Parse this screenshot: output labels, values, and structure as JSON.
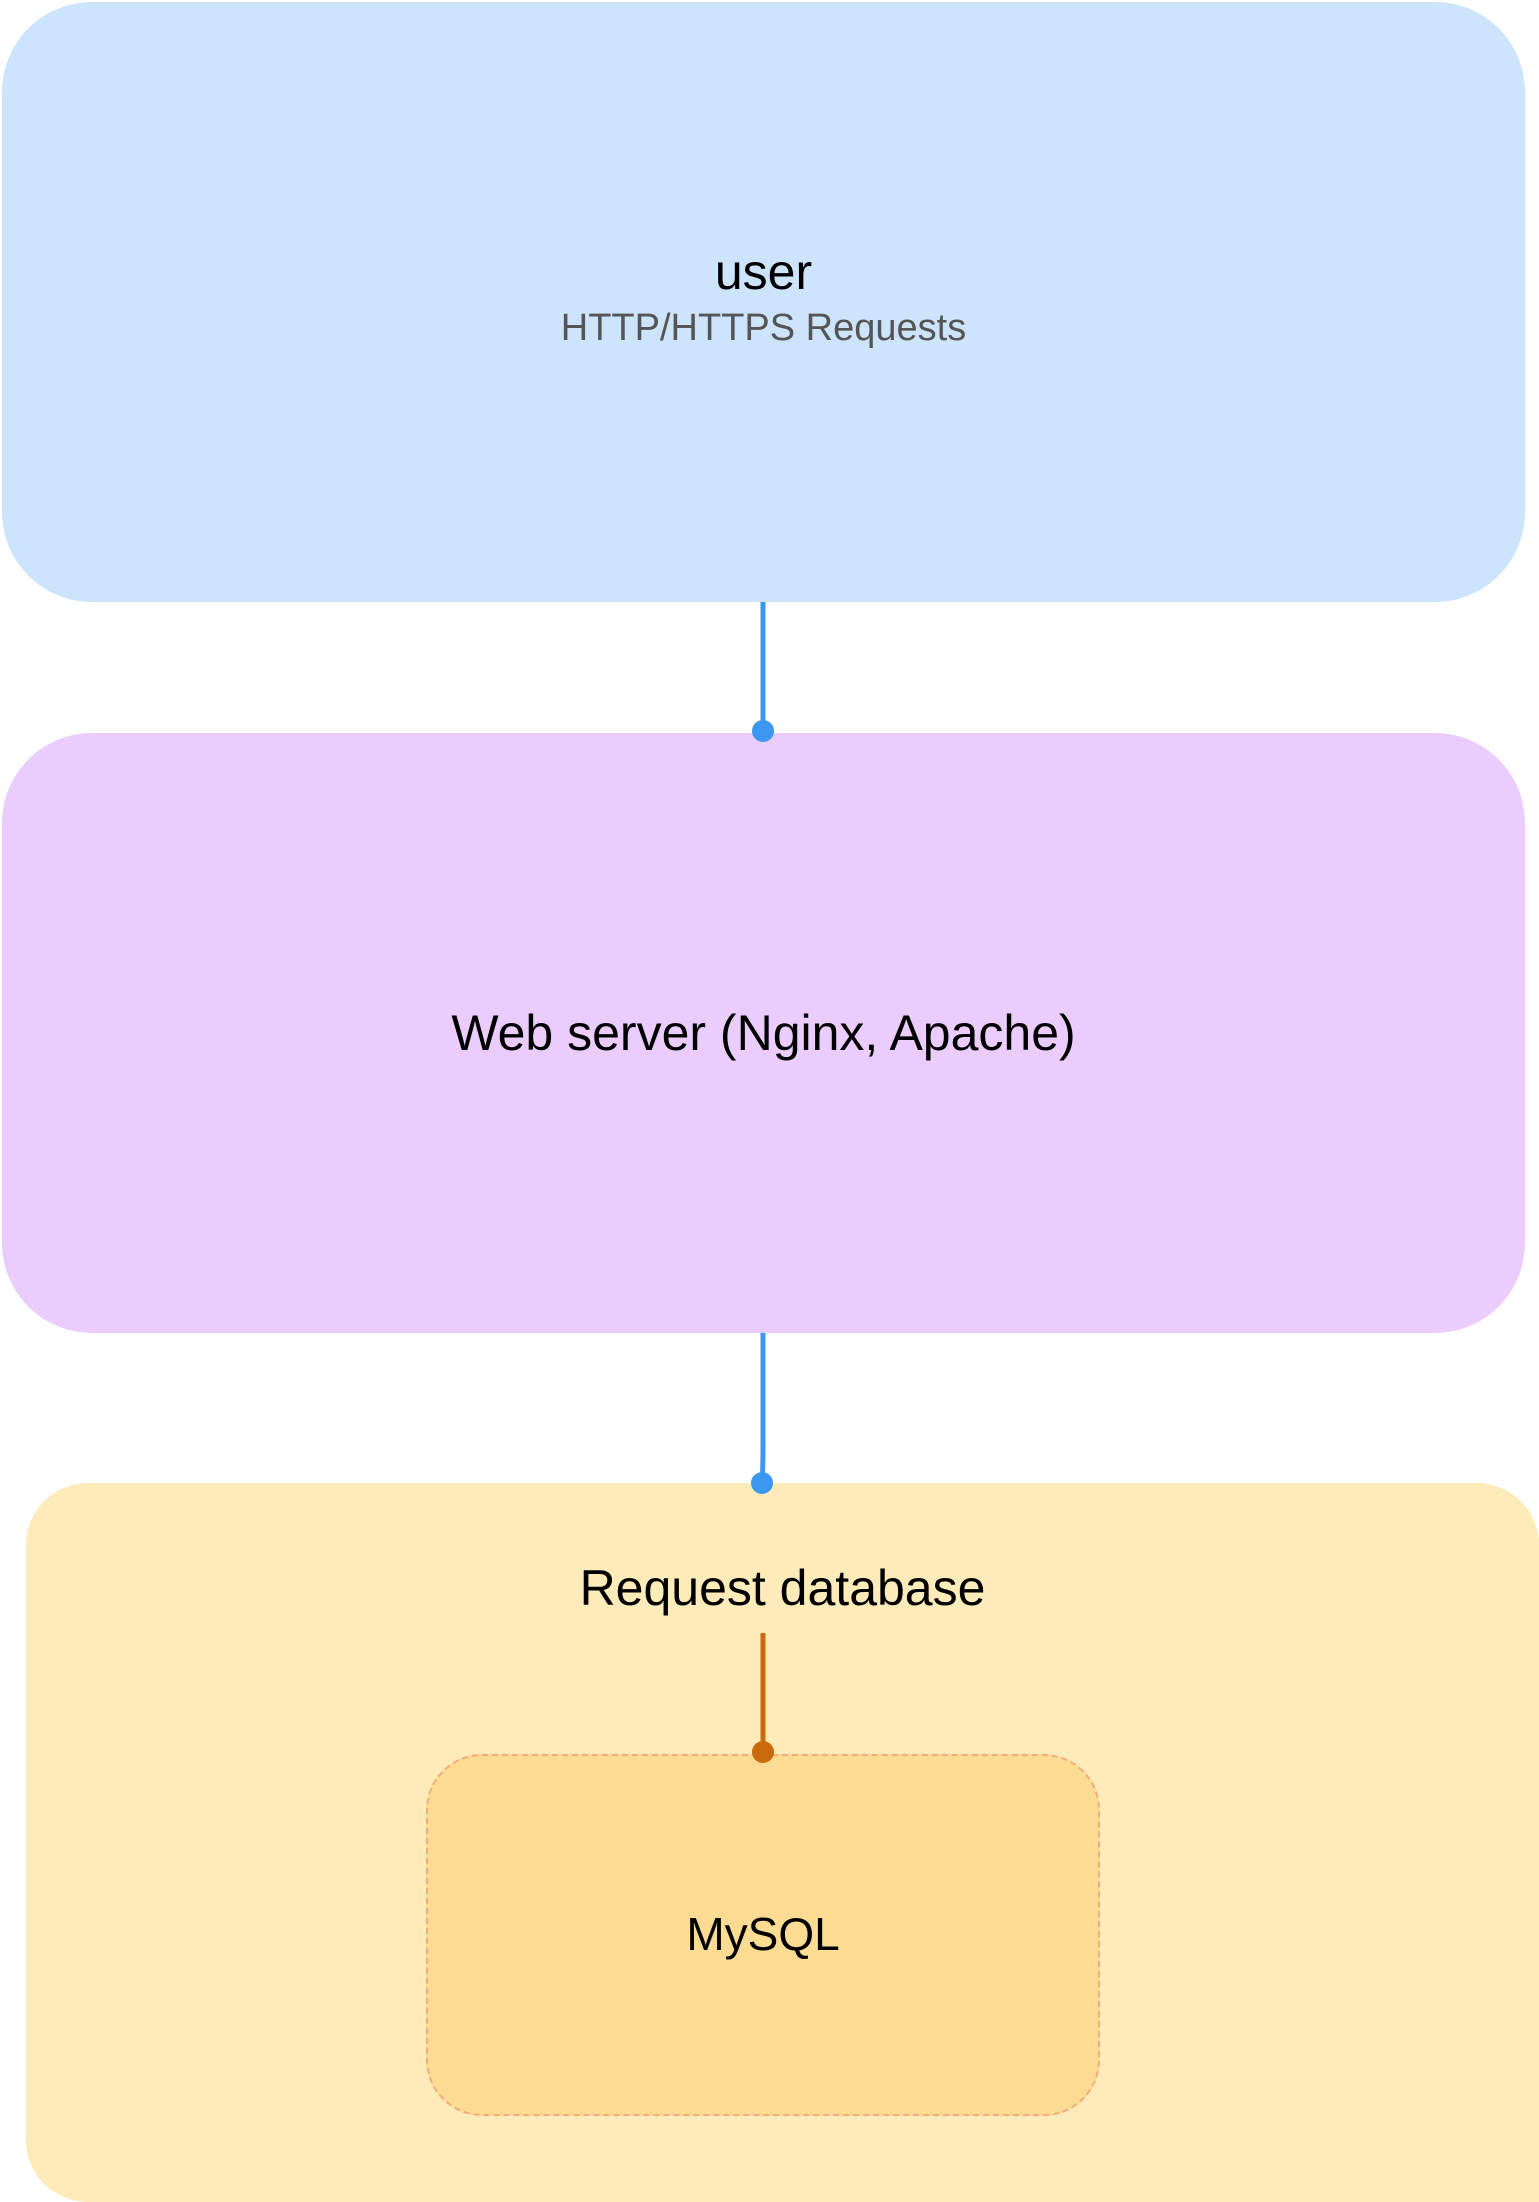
{
  "nodes": {
    "user": {
      "title": "user",
      "subtitle": "HTTP/HTTPS Requests"
    },
    "web_server": {
      "title": "Web server (Nginx, Apache)"
    },
    "request_db": {
      "title": "Request database"
    },
    "mysql": {
      "title": "MySQL"
    }
  },
  "edges": [
    {
      "from": "user",
      "to": "web_server"
    },
    {
      "from": "web_server",
      "to": "request_db"
    },
    {
      "from": "request_db",
      "to": "mysql"
    }
  ],
  "colors": {
    "user_fill": "#cce4fc",
    "web_server_fill": "#ebcdfd",
    "request_db_fill": "#fdebb9",
    "mysql_fill": "#fcdc92",
    "mysql_border": "#f5aa80",
    "edge_primary": "#3b97f0",
    "edge_inner": "#c96a0c"
  }
}
